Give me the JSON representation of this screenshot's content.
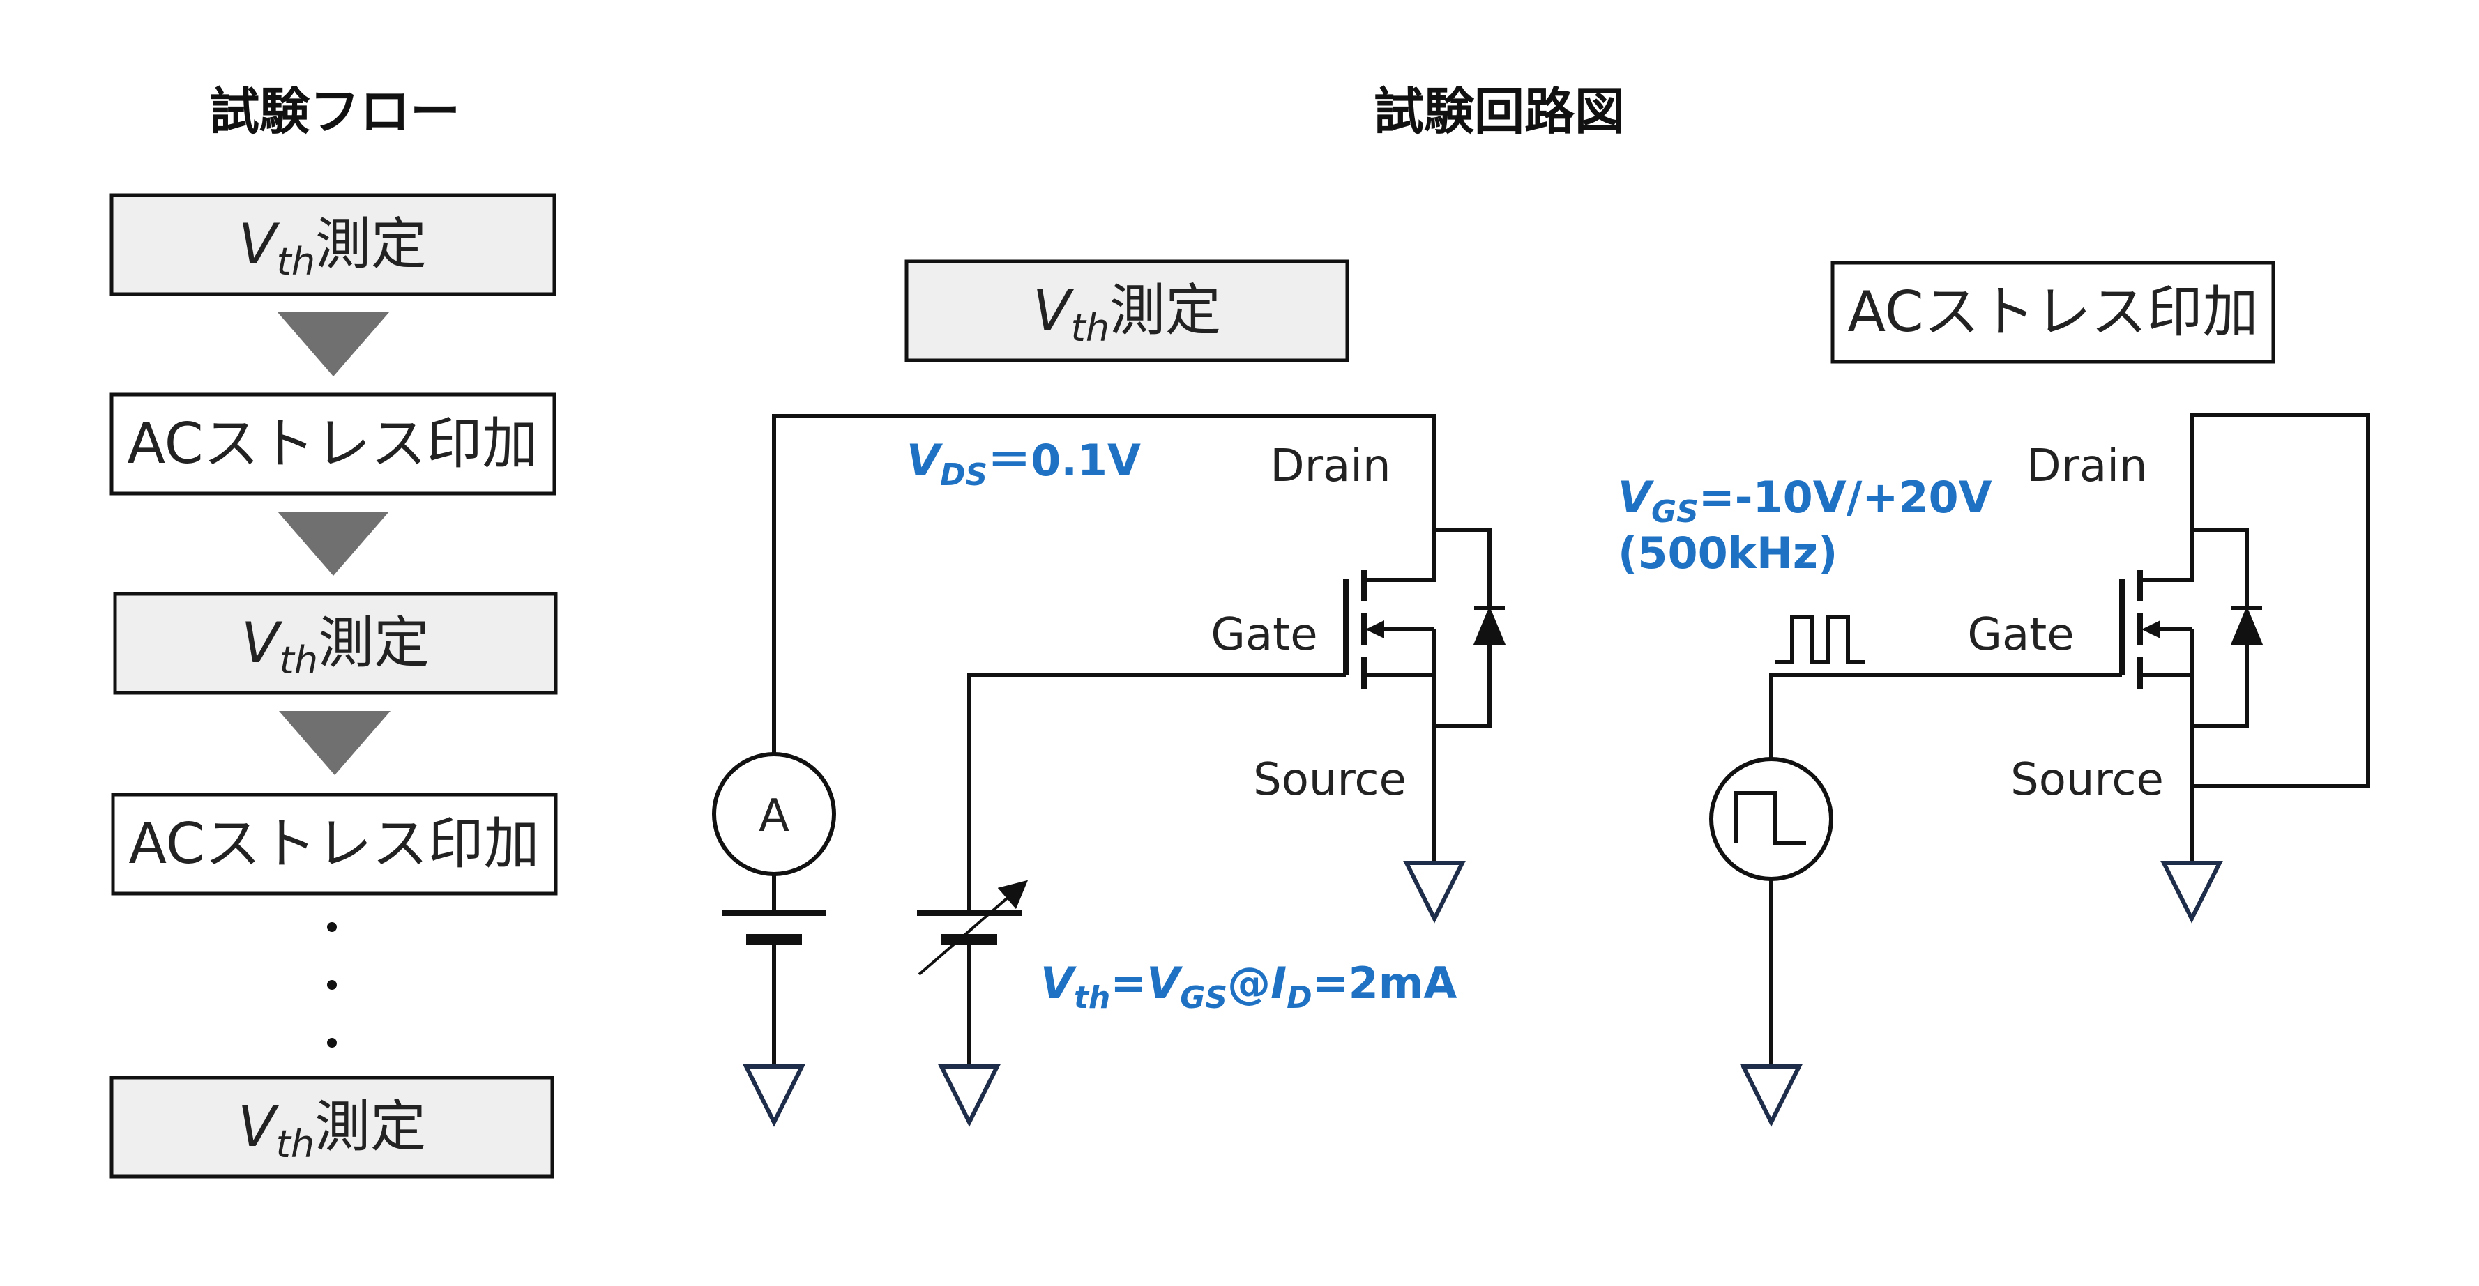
{
  "flow": {
    "title": "試験フロー",
    "steps": [
      {
        "type": "vth",
        "v": "V",
        "sub": "th",
        "suffix": "測定",
        "fill": "#efefef"
      },
      {
        "type": "ac",
        "label": "ACストレス印加",
        "fill": "#ffffff"
      },
      {
        "type": "vth",
        "v": "V",
        "sub": "th",
        "suffix": "測定",
        "fill": "#efefef"
      },
      {
        "type": "ac",
        "label": "ACストレス印加",
        "fill": "#ffffff"
      },
      {
        "type": "vth",
        "v": "V",
        "sub": "th",
        "suffix": "測定",
        "fill": "#efefef"
      }
    ],
    "ellipsis": "・",
    "arrow_color": "#707070"
  },
  "circuit": {
    "title": "試験回路図",
    "vth_panel": {
      "header": {
        "v": "V",
        "sub": "th",
        "suffix": "測定"
      },
      "vds": {
        "v": "V",
        "sub": "DS",
        "text": "＝0.1V"
      },
      "drain": "Drain",
      "gate": "Gate",
      "source": "Source",
      "ammeter": "A",
      "vth_formula": {
        "a": "V",
        "a_sub": "th",
        "eq1": "=",
        "b": "V",
        "b_sub": "GS",
        "at": "@",
        "c": "I",
        "c_sub": "D",
        "rest": "=2mA"
      }
    },
    "ac_panel": {
      "header": "ACストレス印加",
      "vgs": {
        "v": "V",
        "sub": "GS",
        "text": "=-10V/+20V"
      },
      "freq": "(500kHz)",
      "drain": "Drain",
      "gate": "Gate",
      "source": "Source"
    },
    "accent_color": "#1f72c3"
  }
}
